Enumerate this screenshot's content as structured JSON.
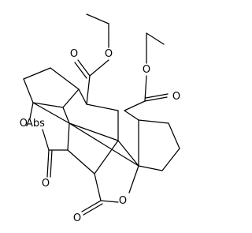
{
  "colors": {
    "bond": "#000000",
    "background": "#ffffff"
  },
  "labels": {
    "o_ester_left": "O",
    "o_carbonyl_left": "O",
    "o_ester_right": "O",
    "o_carbonyl_right": "O",
    "o_ring_left": "O",
    "abs_label": "Abs",
    "o_lactone_left": "O",
    "o_lactone_right": "O",
    "o_ring_right": "O"
  }
}
